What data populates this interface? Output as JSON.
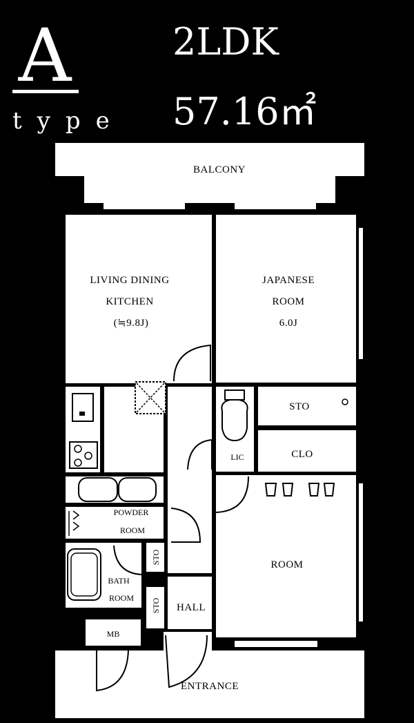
{
  "header": {
    "type_letter": "A",
    "type_word": "type",
    "layout": "2LDK",
    "area": "57.16㎡"
  },
  "rooms": {
    "balcony": "BALCONY",
    "ldk_line1": "LIVING DINING",
    "ldk_line2": "KITCHEN",
    "ldk_line3": "(≒9.8J)",
    "japanese_line1": "JAPANESE",
    "japanese_line2": "ROOM",
    "japanese_line3": "6.0J",
    "sto_1": "STO",
    "clo": "CLO",
    "lic": "LIC",
    "powder_line1": "POWDER",
    "powder_line2": "ROOM",
    "bath_line1": "BATH",
    "bath_line2": "ROOM",
    "sto_2": "STO",
    "sto_3": "STO",
    "hall": "HALL",
    "room": "ROOM",
    "mb": "MB",
    "entrance": "ENTRANCE"
  }
}
